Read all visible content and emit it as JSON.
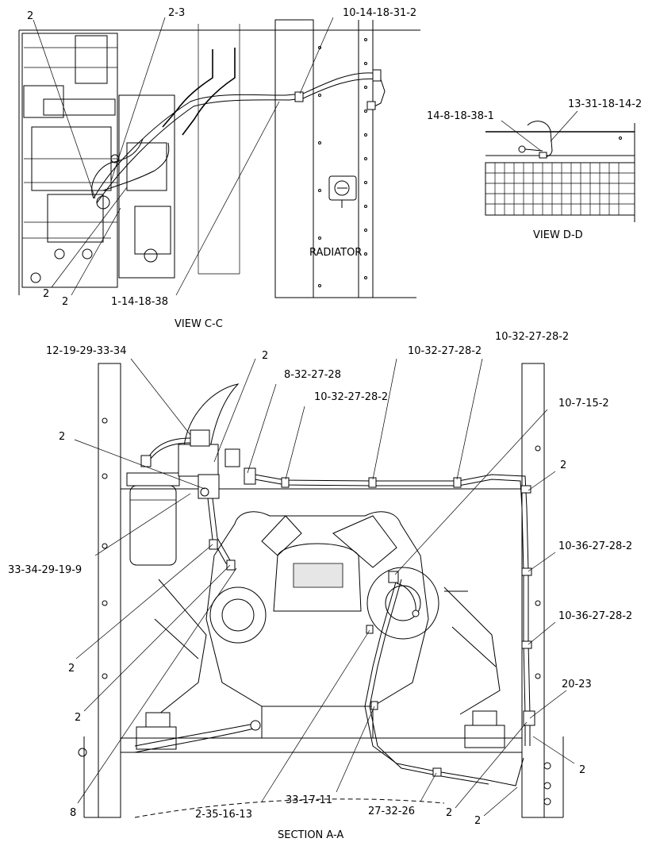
{
  "views": {
    "view_cc": {
      "title": "VIEW C-C",
      "labels": {
        "c1": "2",
        "c2": "2-3",
        "c3": "10-14-18-31-2",
        "c4": "2",
        "c5": "2",
        "c6": "1-14-18-38",
        "radiator": "RADIATOR"
      }
    },
    "view_dd": {
      "title": "VIEW D-D",
      "labels": {
        "d1": "14-8-18-38-1",
        "d2": "13-31-18-14-2"
      }
    },
    "section_aa": {
      "title": "SECTION A-A",
      "labels": {
        "a1": "12-19-29-33-34",
        "a2": "2",
        "a3": "8-32-27-28",
        "a4": "10-32-27-28-2",
        "a5": "10-32-27-28-2",
        "a6": "10-32-27-28-2",
        "a7": "2",
        "a8": "10-7-15-2",
        "a9": "2",
        "a10": "33-34-29-19-9",
        "a11": "10-36-27-28-2",
        "a12": "10-36-27-28-2",
        "a13": "2",
        "a14": "2",
        "a15": "20-23",
        "a16": "2",
        "a17": "8",
        "a18": "2-35-16-13",
        "a19": "33-17-11",
        "a20": "27-32-26",
        "a21": "2",
        "a22": "2"
      }
    }
  }
}
